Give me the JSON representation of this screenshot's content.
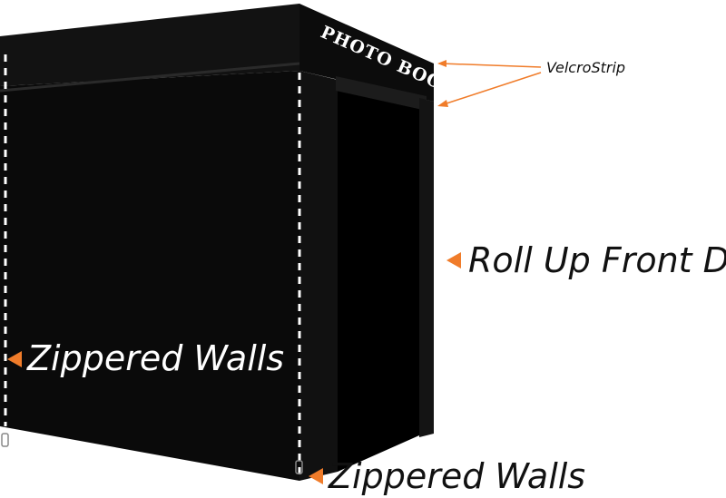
{
  "banner": {
    "text": "PHOTO BOOTH"
  },
  "callouts": {
    "velcro_strip": "VelcroStrip",
    "roll_up_front_door": "Roll Up Front Door",
    "zippered_walls_side": "Zippered Walls",
    "zippered_walls_front": "Zippered Walls"
  },
  "colors": {
    "tent": "#0a0a0a",
    "tent_shade": "#151515",
    "tent_inner": "#000000",
    "zipper_dash": "#ffffff",
    "accent_arrow": "#f07c2a",
    "background": "#ffffff"
  }
}
